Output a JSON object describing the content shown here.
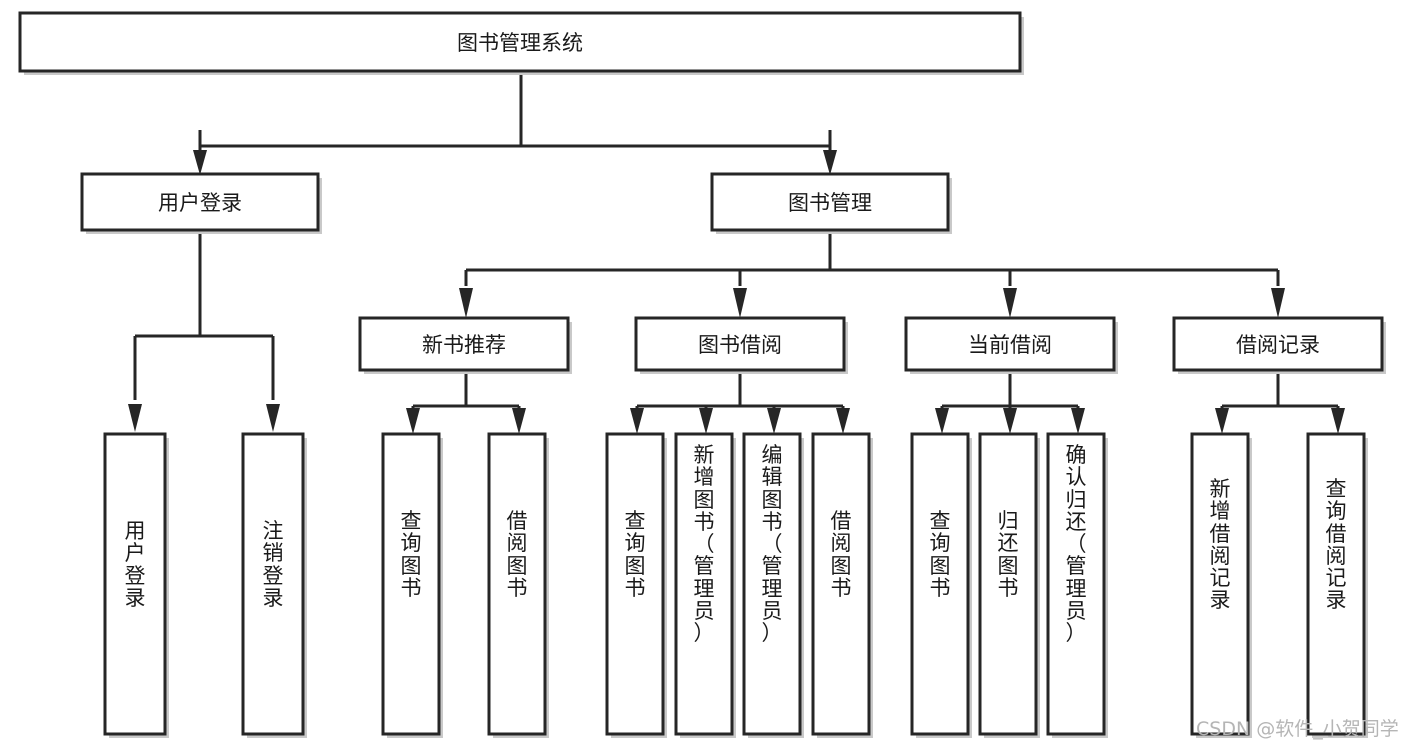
{
  "diagram": {
    "type": "tree-hierarchy",
    "title": "图书管理系统",
    "orientation": "top-down",
    "levels": 4,
    "root": {
      "id": "root",
      "label": "图书管理系统",
      "orientation": "horizontal"
    },
    "level2": [
      {
        "id": "user-login",
        "label": "用户登录",
        "orientation": "horizontal"
      },
      {
        "id": "book-manage",
        "label": "图书管理",
        "orientation": "horizontal"
      }
    ],
    "level3": [
      {
        "id": "new-book-recommend",
        "label": "新书推荐",
        "orientation": "horizontal",
        "parent": "book-manage"
      },
      {
        "id": "book-borrow",
        "label": "图书借阅",
        "orientation": "horizontal",
        "parent": "book-manage"
      },
      {
        "id": "current-borrow",
        "label": "当前借阅",
        "orientation": "horizontal",
        "parent": "book-manage"
      },
      {
        "id": "borrow-record",
        "label": "借阅记录",
        "orientation": "horizontal",
        "parent": "book-manage"
      }
    ],
    "leaves": [
      {
        "id": "leaf-user-login",
        "label": "用户登录",
        "chars": [
          "用",
          "户",
          "登",
          "录"
        ],
        "parent": "user-login",
        "orientation": "vertical"
      },
      {
        "id": "leaf-logout",
        "label": "注销登录",
        "chars": [
          "注",
          "销",
          "登",
          "录"
        ],
        "parent": "user-login",
        "orientation": "vertical"
      },
      {
        "id": "leaf-query-book-new",
        "label": "查询图书",
        "chars": [
          "查",
          "询",
          "图",
          "书"
        ],
        "parent": "new-book-recommend",
        "orientation": "vertical"
      },
      {
        "id": "leaf-borrow-book-new",
        "label": "借阅图书",
        "chars": [
          "借",
          "阅",
          "图",
          "书"
        ],
        "parent": "new-book-recommend",
        "orientation": "vertical"
      },
      {
        "id": "leaf-query-book-borrow",
        "label": "查询图书",
        "chars": [
          "查",
          "询",
          "图",
          "书"
        ],
        "parent": "book-borrow",
        "orientation": "vertical"
      },
      {
        "id": "leaf-add-book",
        "label": "新增图书（管理员）",
        "chars": [
          "新",
          "增",
          "图",
          "书",
          "（",
          "管",
          "理",
          "员",
          "）"
        ],
        "parent": "book-borrow",
        "orientation": "vertical"
      },
      {
        "id": "leaf-edit-book",
        "label": "编辑图书（管理员）",
        "chars": [
          "编",
          "辑",
          "图",
          "书",
          "（",
          "管",
          "理",
          "员",
          "）"
        ],
        "parent": "book-borrow",
        "orientation": "vertical"
      },
      {
        "id": "leaf-borrow-book",
        "label": "借阅图书",
        "chars": [
          "借",
          "阅",
          "图",
          "书"
        ],
        "parent": "book-borrow",
        "orientation": "vertical"
      },
      {
        "id": "leaf-query-book-current",
        "label": "查询图书",
        "chars": [
          "查",
          "询",
          "图",
          "书"
        ],
        "parent": "current-borrow",
        "orientation": "vertical"
      },
      {
        "id": "leaf-return-book",
        "label": "归还图书",
        "chars": [
          "归",
          "还",
          "图",
          "书"
        ],
        "parent": "current-borrow",
        "orientation": "vertical"
      },
      {
        "id": "leaf-confirm-return",
        "label": "确认归还（管理员）",
        "chars": [
          "确",
          "认",
          "归",
          "还",
          "（",
          "管",
          "理",
          "员",
          "）"
        ],
        "parent": "current-borrow",
        "orientation": "vertical"
      },
      {
        "id": "leaf-add-record",
        "label": "新增借阅记录",
        "chars": [
          "新",
          "增",
          "借",
          "阅",
          "记",
          "录"
        ],
        "parent": "borrow-record",
        "orientation": "vertical"
      },
      {
        "id": "leaf-query-record",
        "label": "查询借阅记录",
        "chars": [
          "查",
          "询",
          "借",
          "阅",
          "记",
          "录"
        ],
        "parent": "borrow-record",
        "orientation": "vertical"
      }
    ]
  },
  "watermark": {
    "text": "CSDN @软件_小贺同学"
  },
  "colors": {
    "stroke": "#262626",
    "box_fill": "#ffffff",
    "shadow": "#c9c9c9",
    "text": "#1a1a1a",
    "watermark": "#b5b5b5",
    "background": "#ffffff"
  }
}
